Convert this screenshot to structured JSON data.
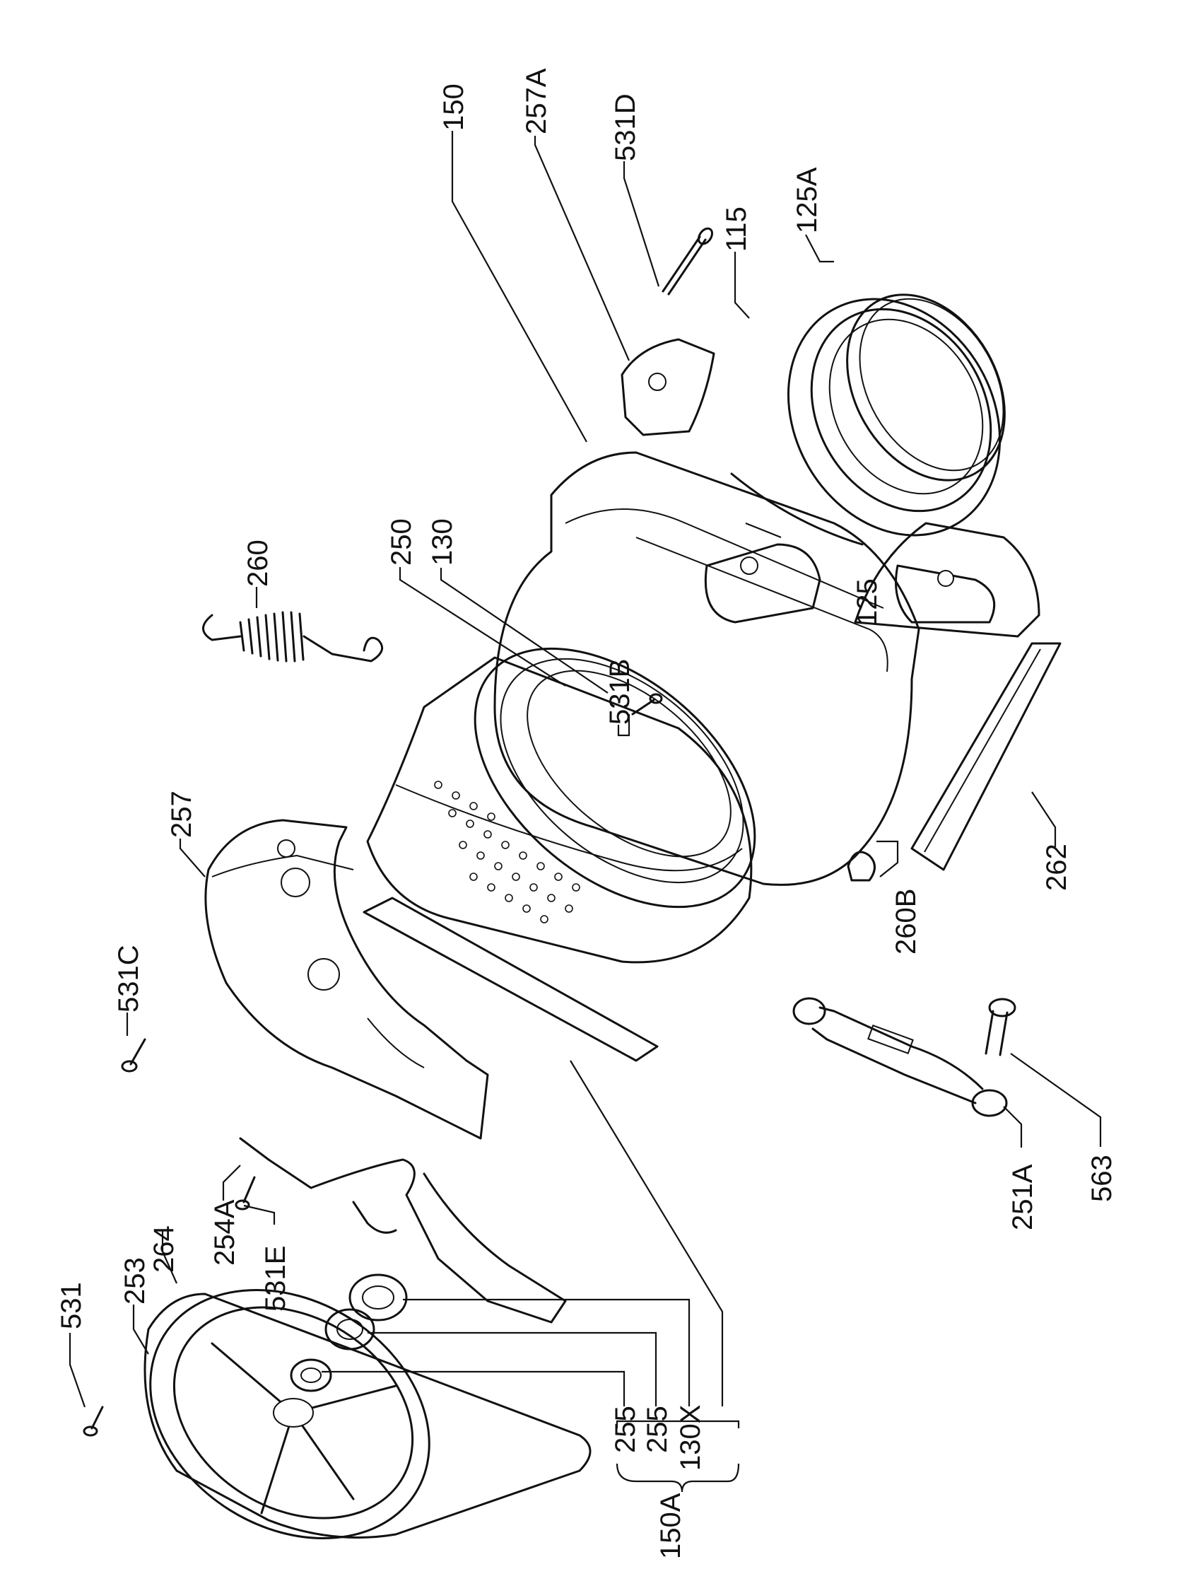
{
  "diagram": {
    "labels": {
      "l150": "150",
      "l257A": "257A",
      "l531D": "531D",
      "l125A": "125A",
      "l115": "115",
      "l260": "260",
      "l250": "250",
      "l130": "130",
      "l125": "125",
      "l531B": "531B",
      "l262": "262",
      "l257": "257",
      "l260B": "260B",
      "l531C": "531C",
      "l251A": "251A",
      "l563": "563",
      "l254A": "254A",
      "l531E": "531E",
      "l253": "253",
      "l264": "264",
      "l531": "531",
      "l255a": "255",
      "l255b": "255",
      "l130X": "130X",
      "l150A": "150A"
    },
    "colors": {
      "ink": "#111111",
      "background": "#ffffff"
    }
  }
}
